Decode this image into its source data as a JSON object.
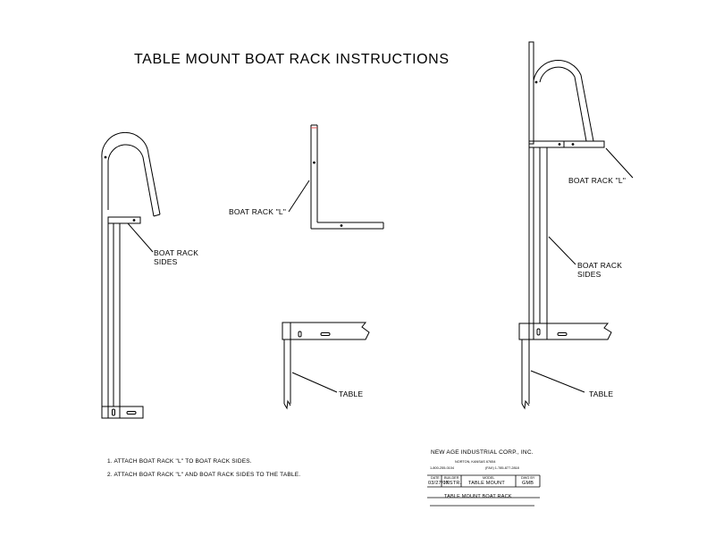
{
  "title": "TABLE MOUNT BOAT RACK INSTRUCTIONS",
  "labels": {
    "sides_line1": "BOAT RACK",
    "sides_line2": "SIDES",
    "l_left": "BOAT RACK \"L\"",
    "l_right": "BOAT RACK \"L\"",
    "table_left": "TABLE",
    "table_right": "TABLE"
  },
  "steps": [
    "1. ATTACH BOAT RACK \"L\" TO BOAT RACK SIDES.",
    "2. ATTACH BOAT RACK \"L\" AND BOAT RACK SIDES TO THE TABLE."
  ],
  "title_block": {
    "company": "NEW AGE INDUSTRIAL CORP., INC.",
    "city": "NORTON, KANSAS 67654",
    "phone": "1-800-255-0104",
    "fax": "(FAX) 1-785-877-2818",
    "hdr_date": "DATE",
    "hdr_builder": "BUILDER",
    "hdr_model": "MODEL",
    "hdr_drawn": "DWG BY",
    "date": "03/27/07",
    "builder": "INSTR.",
    "model": "TABLE MOUNT",
    "drawn_by": "GMB",
    "drawing_title": "TABLE MOUNT BOAT RACK"
  }
}
